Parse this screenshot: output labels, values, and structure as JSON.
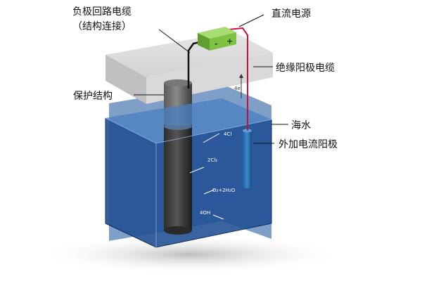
{
  "labels": {
    "negative_cable_line1": "负极回路电缆",
    "negative_cable_line2": "（结构连接）",
    "dc_power": "直流电源",
    "anode_cable": "绝缘阳极电缆",
    "protected_structure": "保护结构",
    "seawater": "海水",
    "impressed_anode": "外加电流阳极"
  },
  "battery": {
    "minus": "-",
    "plus": "+"
  },
  "reactions": {
    "electrons": "4e",
    "chloride": "4Cl",
    "chlorine": "2Cl₂",
    "oxygen_water": "O₂+2H₂O",
    "hydroxide": "4OH"
  },
  "colors": {
    "seawater": "#1f4f93",
    "battery": "#7ec243",
    "cable_red": "#c0143c",
    "anode": "#2b73b8",
    "pile": "#4a4a4a"
  }
}
